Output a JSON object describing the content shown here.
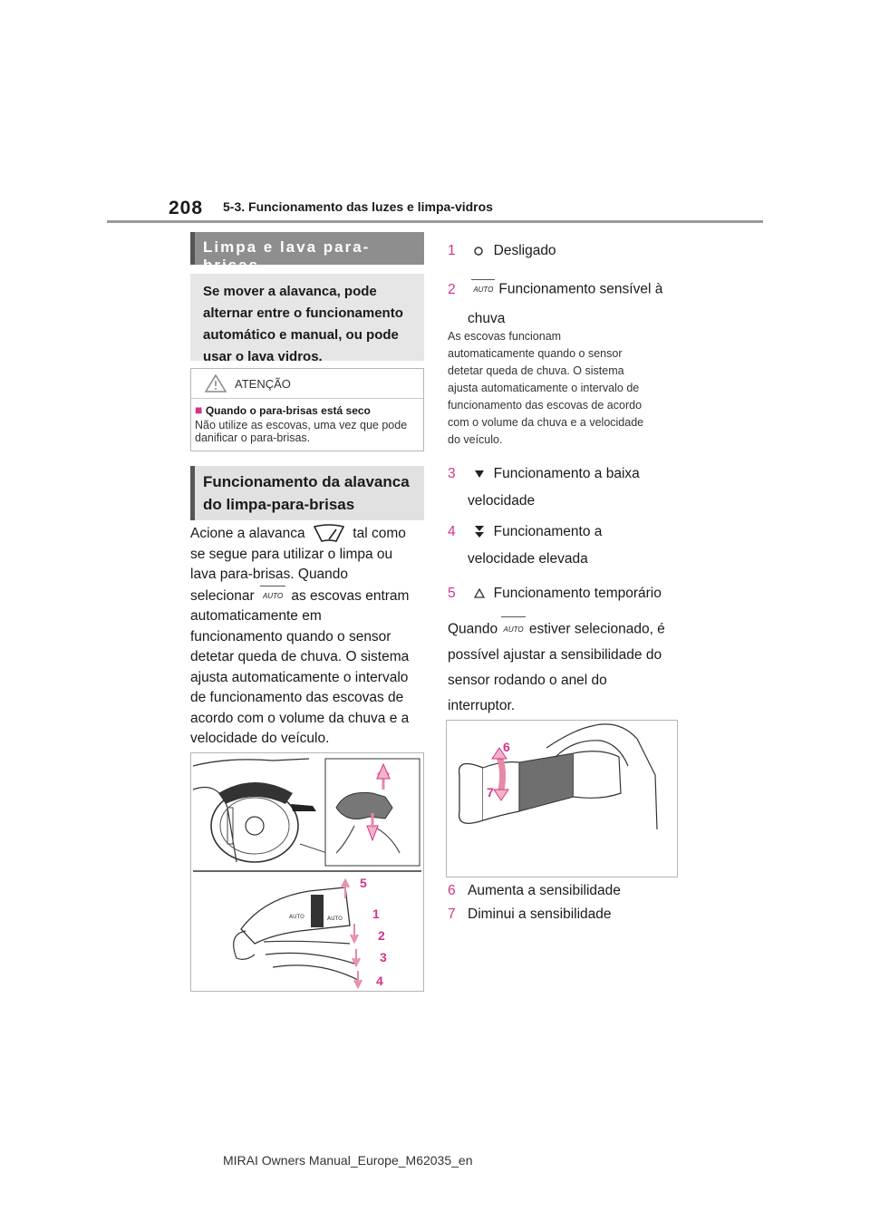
{
  "header": {
    "page_number": "208",
    "section": "5-3. Funcionamento das luzes e limpa-vidros"
  },
  "left": {
    "title1": "Limpa e lava para-brisas",
    "intro": "Se mover a alavanca, pode alternar entre o funcionamento automático e manual, ou pode usar o lava vidros.",
    "warning": {
      "label": "ATENÇÃO",
      "subhead": "Quando o para-brisas está seco",
      "text": "Não utilize as escovas, uma vez que pode danificar o para-brisas."
    },
    "title2": "Funcionamento da alavanca do limpa-para-brisas",
    "p1_a": "Acione a alavanca",
    "p1_b": "tal como",
    "p2": "se segue para utilizar o limpa ou",
    "p3": "lava para-brisas. Quando",
    "p4_a": "selecionar",
    "p4_b": "as escovas entram",
    "p5": "automaticamente em",
    "p6": "funcionamento quando o sensor",
    "p7": "detetar queda de chuva. O sistema",
    "p8": "ajusta automaticamente o intervalo",
    "p9": "de funcionamento das escovas de",
    "p10": "acordo com o volume da chuva e a",
    "p11": "velocidade do veículo.",
    "figure_callouts": [
      "5",
      "1",
      "2",
      "3",
      "4"
    ],
    "lever_labels": [
      "AUTO",
      "AUTO"
    ]
  },
  "right": {
    "items": [
      {
        "num": "1",
        "text": "Desligado"
      },
      {
        "num": "2",
        "text": "Funcionamento sensível à",
        "text2": "chuva"
      },
      {
        "num": "3",
        "text": "Funcionamento a baixa",
        "text2": "velocidade"
      },
      {
        "num": "4",
        "text": "Funcionamento a",
        "text2": "velocidade elevada"
      },
      {
        "num": "5",
        "text": "Funcionamento temporário"
      }
    ],
    "note_lines": [
      "As escovas funcionam",
      "automaticamente quando o sensor",
      "detetar queda de chuva. O sistema",
      "ajusta automaticamente o intervalo de",
      "funcionamento das escovas de acordo",
      "com o volume da chuva e a velocidade",
      "do veículo."
    ],
    "para_a": "Quando",
    "para_b": "estiver selecionado, é",
    "para2": "possível ajustar a sensibilidade do",
    "para3": "sensor rodando o anel do",
    "para4": "interruptor.",
    "figure_callouts": [
      "6",
      "7"
    ],
    "captions": [
      {
        "num": "6",
        "text": "Aumenta a sensibilidade"
      },
      {
        "num": "7",
        "text": "Diminui a sensibilidade"
      }
    ],
    "auto_icon_text": "AUTO"
  },
  "footer": "MIRAI Owners Manual_Europe_M62035_en",
  "colors": {
    "accent": "#d6338a",
    "title_bg": "#8e8e8e"
  }
}
